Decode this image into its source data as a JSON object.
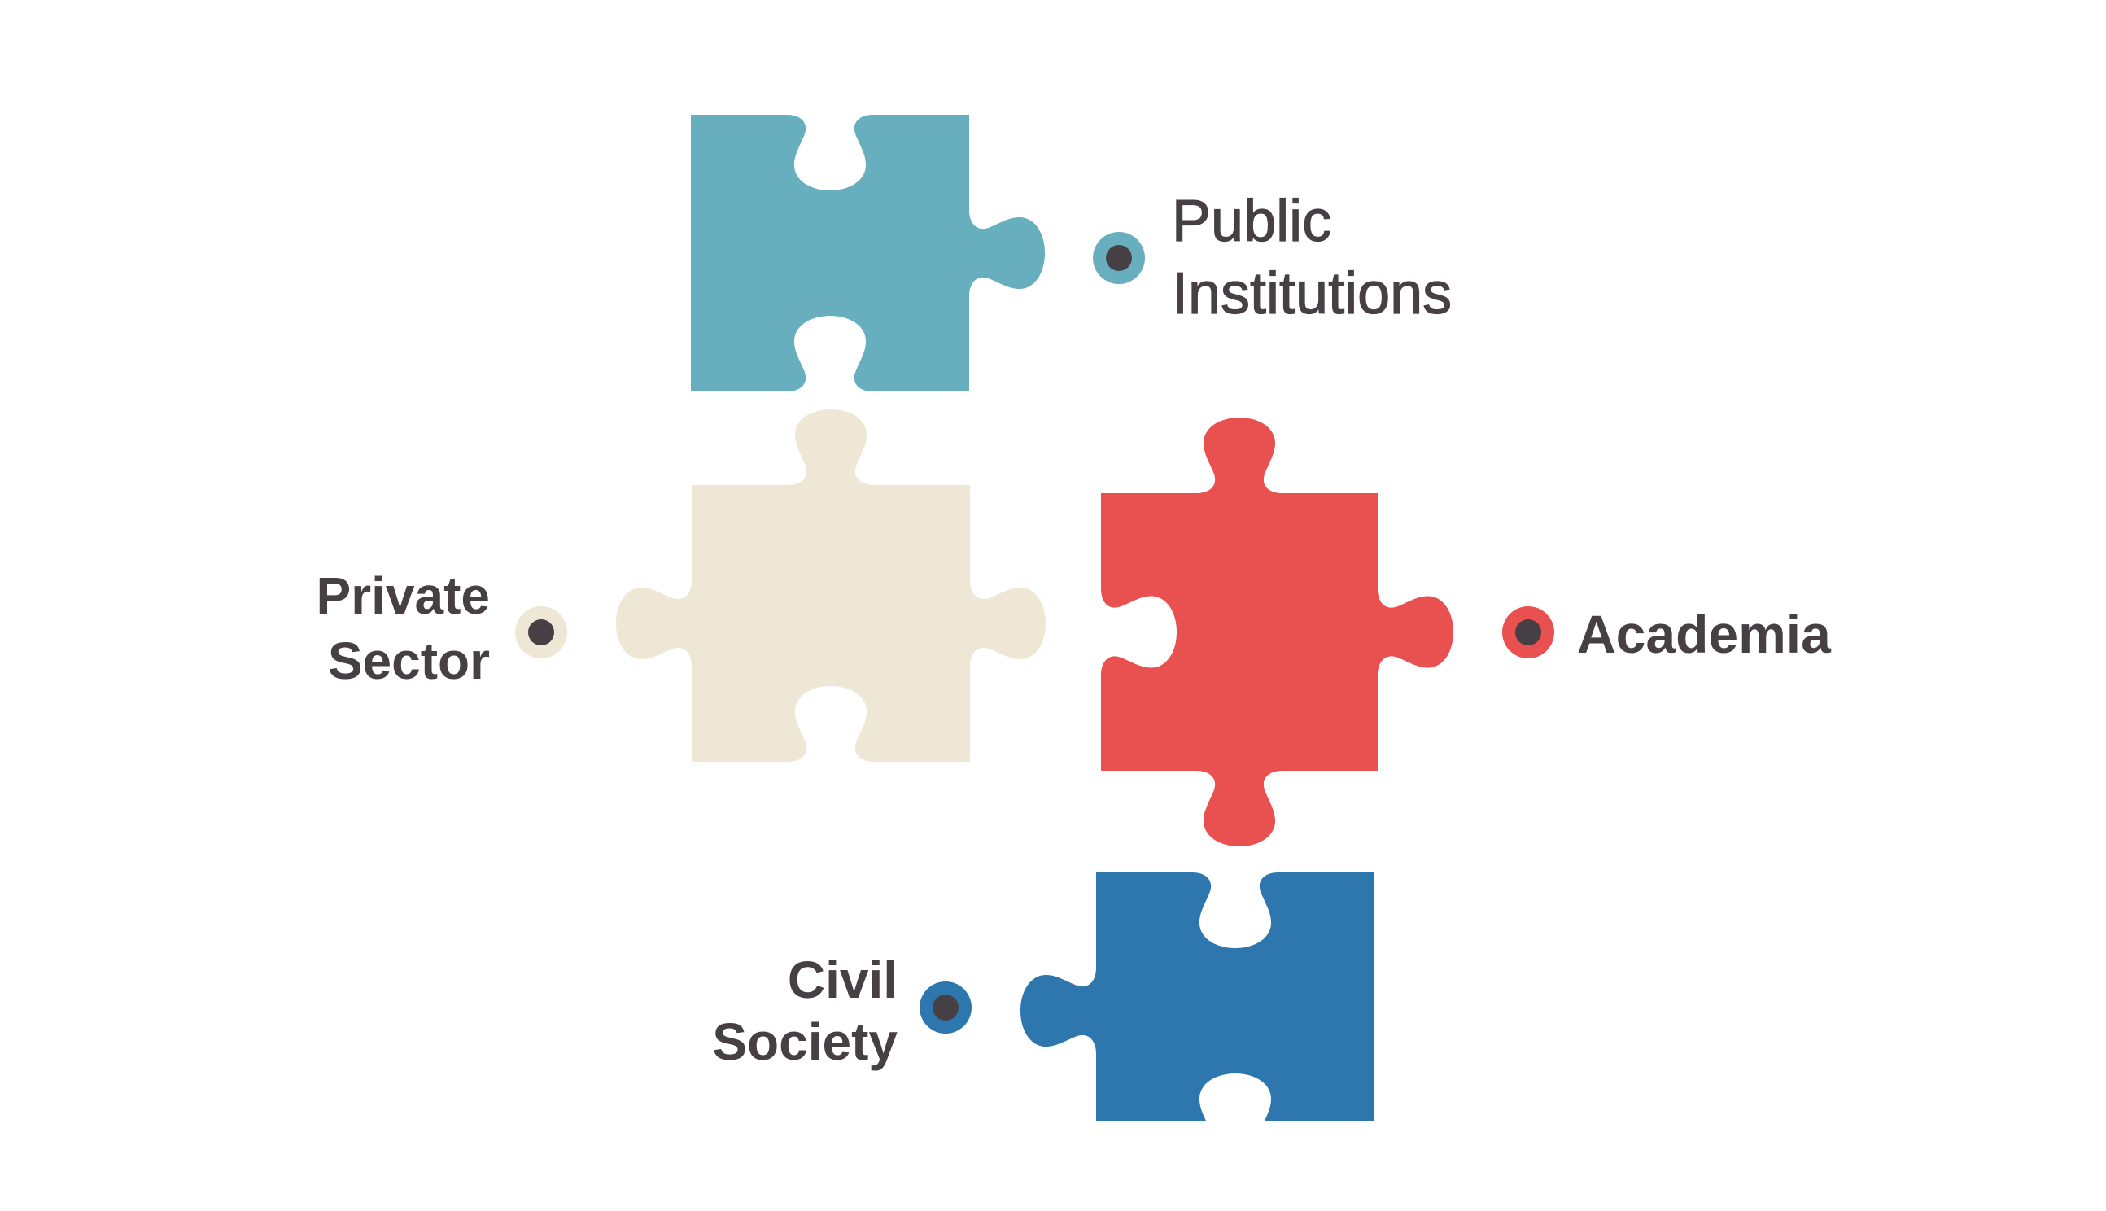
{
  "diagram": {
    "type": "puzzle-stakeholders",
    "text_color": "#463f44",
    "pieces": [
      {
        "id": "public",
        "label_lines": [
          "Public",
          "Institutions"
        ],
        "color": "#67aebe"
      },
      {
        "id": "private",
        "label_lines": [
          "Private",
          "Sector"
        ],
        "color": "#eee7d6"
      },
      {
        "id": "academia",
        "label_lines": [
          "Academia"
        ],
        "color": "#e95050"
      },
      {
        "id": "civil",
        "label_lines": [
          "Civil",
          "Society"
        ],
        "color": "#2d77ae"
      }
    ]
  }
}
